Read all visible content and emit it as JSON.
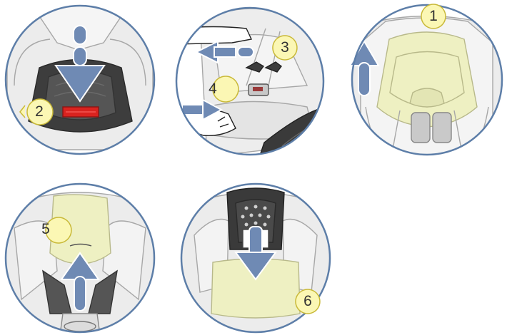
{
  "colors": {
    "frame": "#5d7ea8",
    "arrow": "#6f8ab4",
    "highlight": "#eef0c2",
    "callout_fill": "#fbf7b4",
    "callout_stroke": "#c9b938",
    "line": "#a7a7a7",
    "seat_fill": "#e9e9e9",
    "dark": "#3a3a3a",
    "buckle_red": "#d9231f"
  },
  "steps": [
    {
      "number": "1",
      "icon": "headrest-raise-icon"
    },
    {
      "number": "2",
      "icon": "harness-adjuster-press-icon"
    },
    {
      "number": "3",
      "icon": "harness-pull-icon"
    },
    {
      "number": "4",
      "icon": "shell-tilt-icon"
    },
    {
      "number": "5",
      "icon": "headrest-insert-icon"
    },
    {
      "number": "6",
      "icon": "seat-cushion-insert-icon"
    }
  ]
}
